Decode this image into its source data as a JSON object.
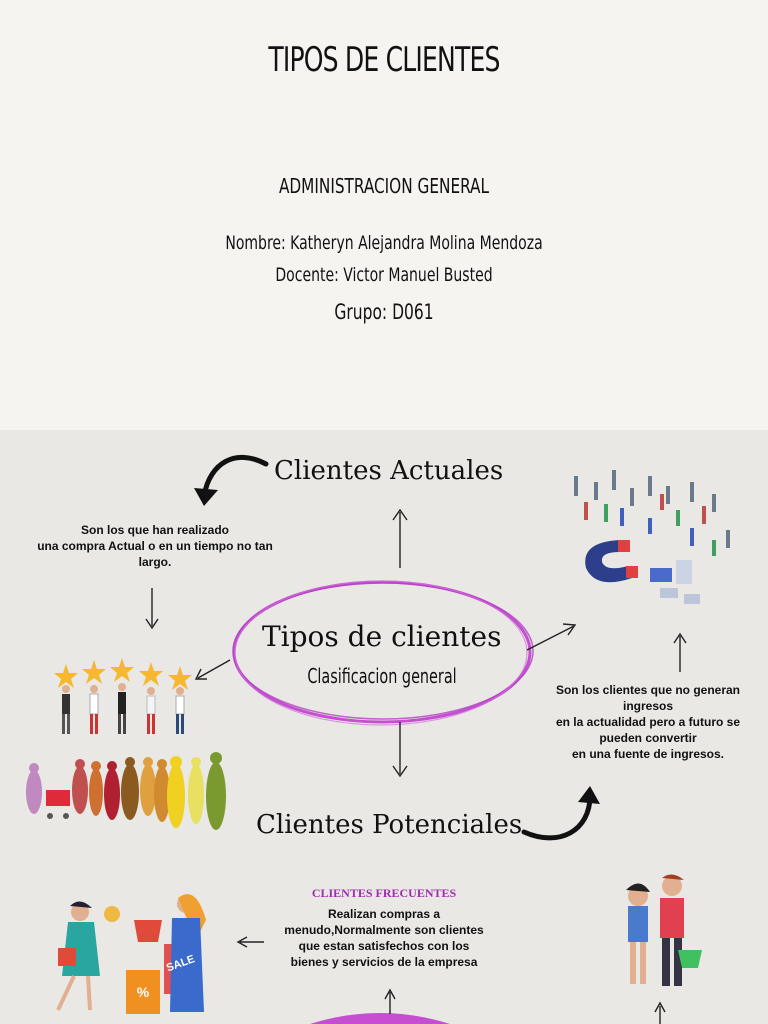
{
  "cover": {
    "title": "TIPOS DE CLIENTES",
    "subject": "ADMINISTRACION GENERAL",
    "name_line": "Nombre: Katheryn Alejandra Molina Mendoza",
    "teacher_line": "Docente: Victor Manuel Busted",
    "group_line": "Grupo: D061"
  },
  "mindmap": {
    "center_title": "Tipos de clientes",
    "center_subtitle": "Clasificacion general",
    "actuales": {
      "title": "Clientes Actuales",
      "desc_1": "Son los que han realizado",
      "desc_2": "una compra Actual o en un tiempo no tan",
      "desc_3": "largo."
    },
    "potenciales": {
      "title": "Clientes Potenciales",
      "desc_1": "Son los clientes que no generan",
      "desc_2": "ingresos",
      "desc_3": "en la actualidad pero a futuro se",
      "desc_4": "pueden convertir",
      "desc_5": "en una fuente de ingresos."
    },
    "frecuentes": {
      "title": "CLIENTES FRECUENTES",
      "desc_1": "Realizan compras a",
      "desc_2": "menudo,Normalmente son clientes",
      "desc_3": "que estan satisfechos con los",
      "desc_4": "bienes y servicios de la empresa"
    },
    "sale_tag": "SALE",
    "percent_tag": "%"
  },
  "colors": {
    "accent": "#c54fd0",
    "frecuentes_title": "#a02bb0",
    "star": "#f5b82e"
  }
}
